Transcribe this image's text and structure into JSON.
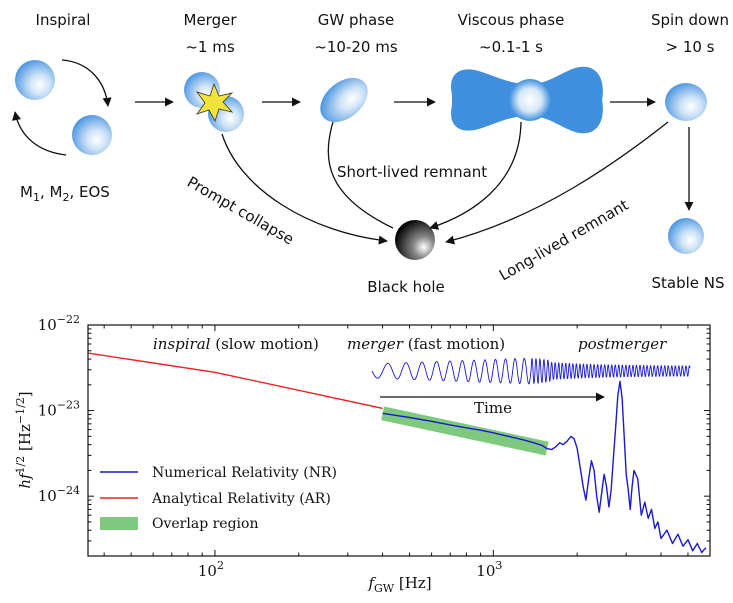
{
  "diagram": {
    "stages": [
      {
        "name": "Inspiral",
        "time": ""
      },
      {
        "name": "Merger",
        "time": "~1 ms"
      },
      {
        "name": "GW phase",
        "time": "~10-20 ms"
      },
      {
        "name": "Viscous phase",
        "time": "~0.1-1 s"
      },
      {
        "name": "Spin down",
        "time": "> 10 s"
      }
    ],
    "params_label": "M",
    "params_sub1": "1",
    "params_mid": ", M",
    "params_sub2": "2",
    "params_end": ", EOS",
    "prompt_collapse": "Prompt collapse",
    "short_lived": "Short-lived remnant",
    "long_lived": "Long-lived remnant",
    "black_hole": "Black hole",
    "stable_ns": "Stable NS",
    "colors": {
      "star_blue": "#3f8fde",
      "bh": "#000000",
      "burst": "#f2e33a"
    }
  },
  "chart_data": {
    "type": "line",
    "xscale": "log",
    "yscale": "log",
    "xlim": [
      35,
      6000
    ],
    "ylim": [
      2e-25,
      1e-22
    ],
    "xlabel_main": "f",
    "xlabel_sub": "GW",
    "xlabel_unit": " [Hz]",
    "ylabel_main": "hf",
    "ylabel_sup": "1/2",
    "ylabel_unit_open": " [Hz",
    "ylabel_unit_sup": "−1/2",
    "ylabel_unit_close": "]",
    "x_ticks": [
      {
        "value": 100,
        "base": "10",
        "exp": "2"
      },
      {
        "value": 1000,
        "base": "10",
        "exp": "3"
      }
    ],
    "y_ticks": [
      {
        "value": 1e-22,
        "base": "10",
        "exp": "−22"
      },
      {
        "value": 1e-23,
        "base": "10",
        "exp": "−23"
      },
      {
        "value": 1e-24,
        "base": "10",
        "exp": "−24"
      }
    ],
    "annotations": {
      "inspiral_italic": "inspiral",
      "inspiral_rest": " (slow motion)",
      "merger_italic": "merger",
      "merger_rest": " (fast motion)",
      "postmerger_italic": "postmerger",
      "time": "Time"
    },
    "series": [
      {
        "name": "Numerical Relativity (NR)",
        "color": "#1a1acc",
        "points": [
          [
            400,
            9.3e-24
          ],
          [
            500,
            8.3e-24
          ],
          [
            600,
            7.5e-24
          ],
          [
            700,
            6.8e-24
          ],
          [
            800,
            6.3e-24
          ],
          [
            900,
            5.9e-24
          ],
          [
            1000,
            5.5e-24
          ],
          [
            1100,
            5.1e-24
          ],
          [
            1200,
            4.8e-24
          ],
          [
            1300,
            4.5e-24
          ],
          [
            1400,
            4.2e-24
          ],
          [
            1500,
            3.9e-24
          ],
          [
            1560,
            3.6e-24
          ],
          [
            1620,
            3.5e-24
          ],
          [
            1680,
            3.8e-24
          ],
          [
            1730,
            4.2e-24
          ],
          [
            1780,
            4e-24
          ],
          [
            1840,
            4.4e-24
          ],
          [
            1900,
            5e-24
          ],
          [
            1950,
            4.7e-24
          ],
          [
            2000,
            3.6e-24
          ],
          [
            2050,
            2.2e-24
          ],
          [
            2100,
            1.3e-24
          ],
          [
            2150,
            9e-25
          ],
          [
            2200,
            1.6e-24
          ],
          [
            2250,
            2.6e-24
          ],
          [
            2300,
            2e-24
          ],
          [
            2350,
            1e-24
          ],
          [
            2400,
            6.5e-25
          ],
          [
            2450,
            1.1e-24
          ],
          [
            2500,
            1.8e-24
          ],
          [
            2550,
            1.3e-24
          ],
          [
            2600,
            7.5e-25
          ],
          [
            2650,
            1.2e-24
          ],
          [
            2700,
            2.8e-24
          ],
          [
            2750,
            6.5e-24
          ],
          [
            2800,
            1.5e-23
          ],
          [
            2850,
            2.2e-23
          ],
          [
            2900,
            1.4e-23
          ],
          [
            2950,
            5e-24
          ],
          [
            3000,
            1.8e-24
          ],
          [
            3050,
            1.2e-24
          ],
          [
            3100,
            7e-25
          ],
          [
            3150,
            1.3e-24
          ],
          [
            3200,
            2e-24
          ],
          [
            3300,
            1.6e-24
          ],
          [
            3400,
            6e-25
          ],
          [
            3500,
            8.5e-25
          ],
          [
            3600,
            5.5e-25
          ],
          [
            3700,
            7e-25
          ],
          [
            3800,
            4.2e-25
          ],
          [
            3900,
            5e-25
          ],
          [
            4000,
            3.2e-25
          ],
          [
            4200,
            4e-25
          ],
          [
            4400,
            2.8e-25
          ],
          [
            4600,
            3.6e-25
          ],
          [
            4800,
            2.6e-25
          ],
          [
            5000,
            3.1e-25
          ],
          [
            5200,
            2.3e-25
          ],
          [
            5400,
            2.8e-25
          ],
          [
            5600,
            2.2e-25
          ],
          [
            5800,
            2.5e-25
          ]
        ]
      },
      {
        "name": "Analytical Relativity (AR)",
        "color": "#ee2222",
        "points": [
          [
            35,
            4.7e-23
          ],
          [
            100,
            2.8e-23
          ],
          [
            400,
            1.06e-23
          ]
        ]
      },
      {
        "name": "Overlap region",
        "color": "#7fc97f",
        "points": [
          [
            400,
            9.3e-24
          ],
          [
            1560,
            3.6e-24
          ]
        ]
      }
    ],
    "legend_position": "lower-left",
    "grid": false
  }
}
